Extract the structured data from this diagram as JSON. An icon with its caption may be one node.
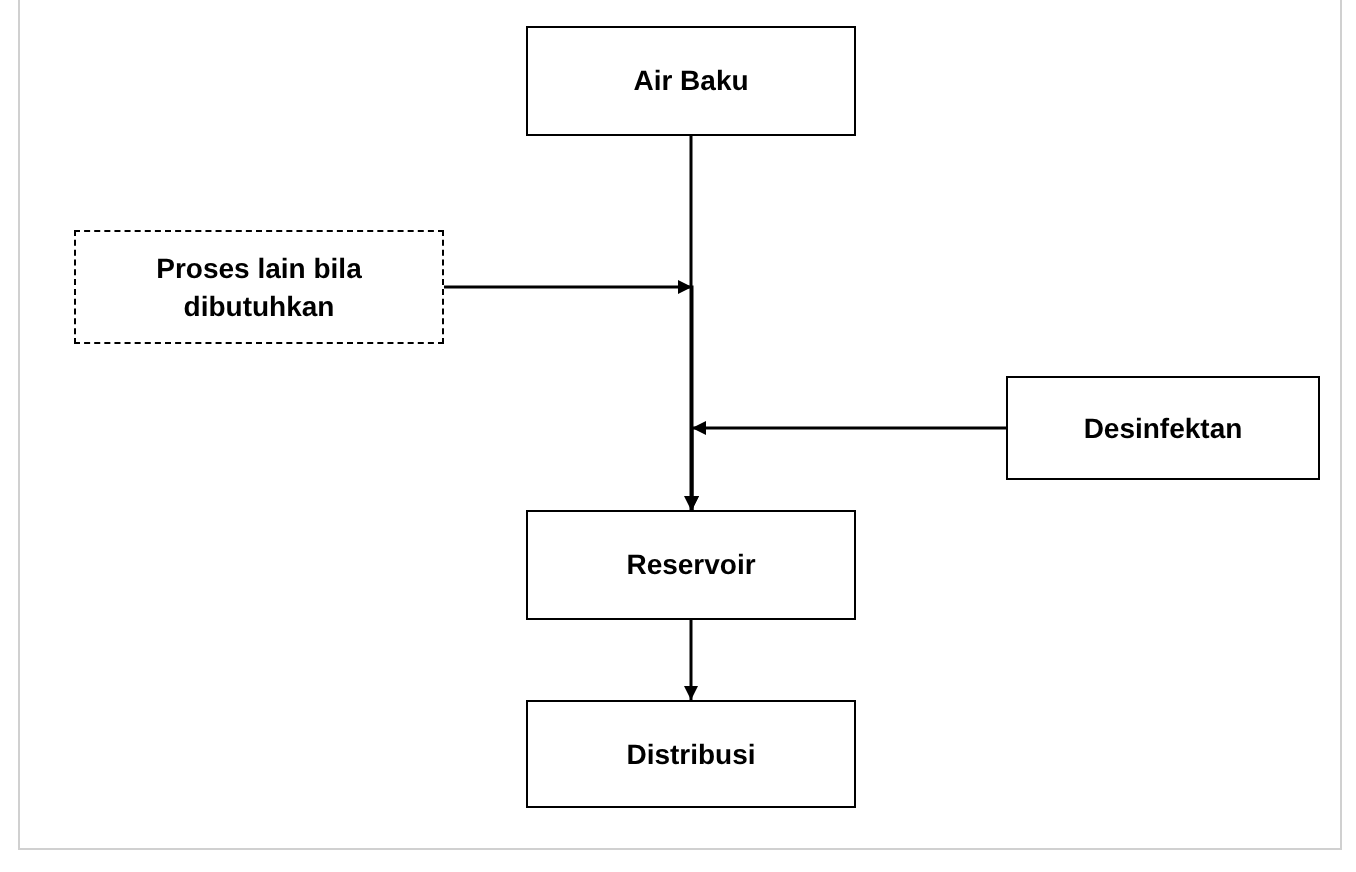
{
  "diagram": {
    "nodes": [
      {
        "text": [
          "Air Baku"
        ]
      },
      {
        "text": [
          "Proses lain bila dibutuhkan"
        ]
      },
      {
        "text": [
          "Desinfektan"
        ]
      },
      {
        "text": [
          "Reservoir"
        ]
      },
      {
        "text": [
          "Distribusi"
        ]
      }
    ],
    "edges": [
      {
        "from": 0,
        "to": 3,
        "arrow": "to"
      },
      {
        "from": 1,
        "to": 3,
        "arrow": "to"
      },
      {
        "from": 2,
        "to": 3,
        "arrow": "to"
      },
      {
        "from": 3,
        "to": 4,
        "arrow": "to"
      }
    ]
  }
}
